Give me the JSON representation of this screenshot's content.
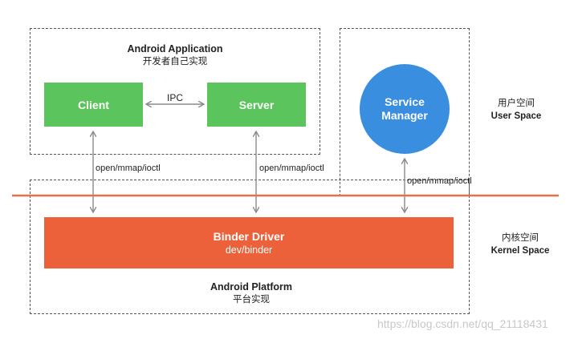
{
  "app_box": {
    "title": "Android Application",
    "subtitle": "开发者自己实现"
  },
  "client": {
    "label": "Client"
  },
  "server": {
    "label": "Server"
  },
  "ipc": {
    "label": "IPC"
  },
  "service_manager": {
    "line1": "Service",
    "line2": "Manager"
  },
  "syscalls": {
    "client": "open/mmap/ioctl",
    "server": "open/mmap/ioctl",
    "service_manager": "open/mmap/ioctl"
  },
  "binder_driver": {
    "title": "Binder Driver",
    "path": "dev/binder"
  },
  "platform_box": {
    "title": "Android Platform",
    "subtitle": "平台实现"
  },
  "user_space": {
    "line1": "用户空间",
    "line2": "User Space"
  },
  "kernel_space": {
    "line1": "内核空间",
    "line2": "Kernel Space"
  },
  "watermark": "https://blog.csdn.net/qq_21118431",
  "colors": {
    "green": "#5cc45d",
    "blue": "#3a8ee0",
    "orange": "#ed613a",
    "divider": "#e4704c",
    "arrow": "#8a8a8a",
    "dash": "#555555"
  }
}
